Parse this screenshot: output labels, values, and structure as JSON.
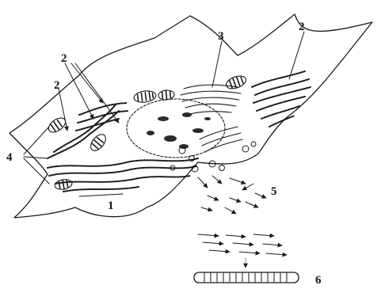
{
  "diagram": {
    "labels": {
      "l1": "1",
      "l2a": "2",
      "l2b": "2",
      "l2c": "2",
      "l3": "3",
      "l4": "4",
      "l5": "5",
      "l6": "6"
    }
  }
}
